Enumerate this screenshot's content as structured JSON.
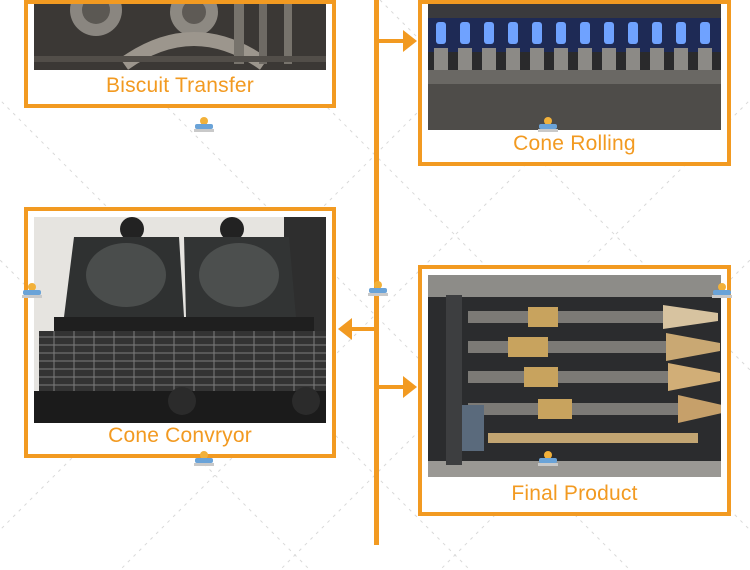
{
  "cards": {
    "biscuit_transfer": {
      "caption": "Biscuit Transfer"
    },
    "cone_rolling": {
      "caption": "Cone Rolling"
    },
    "cone_conveyor": {
      "caption": "Cone Convryor"
    },
    "final_product": {
      "caption": "Final Product"
    }
  },
  "colors": {
    "accent": "#f29a21",
    "background": "#ffffff"
  },
  "icons": [
    "arrow-right-icon",
    "arrow-left-icon",
    "watermark-logo-icon"
  ]
}
